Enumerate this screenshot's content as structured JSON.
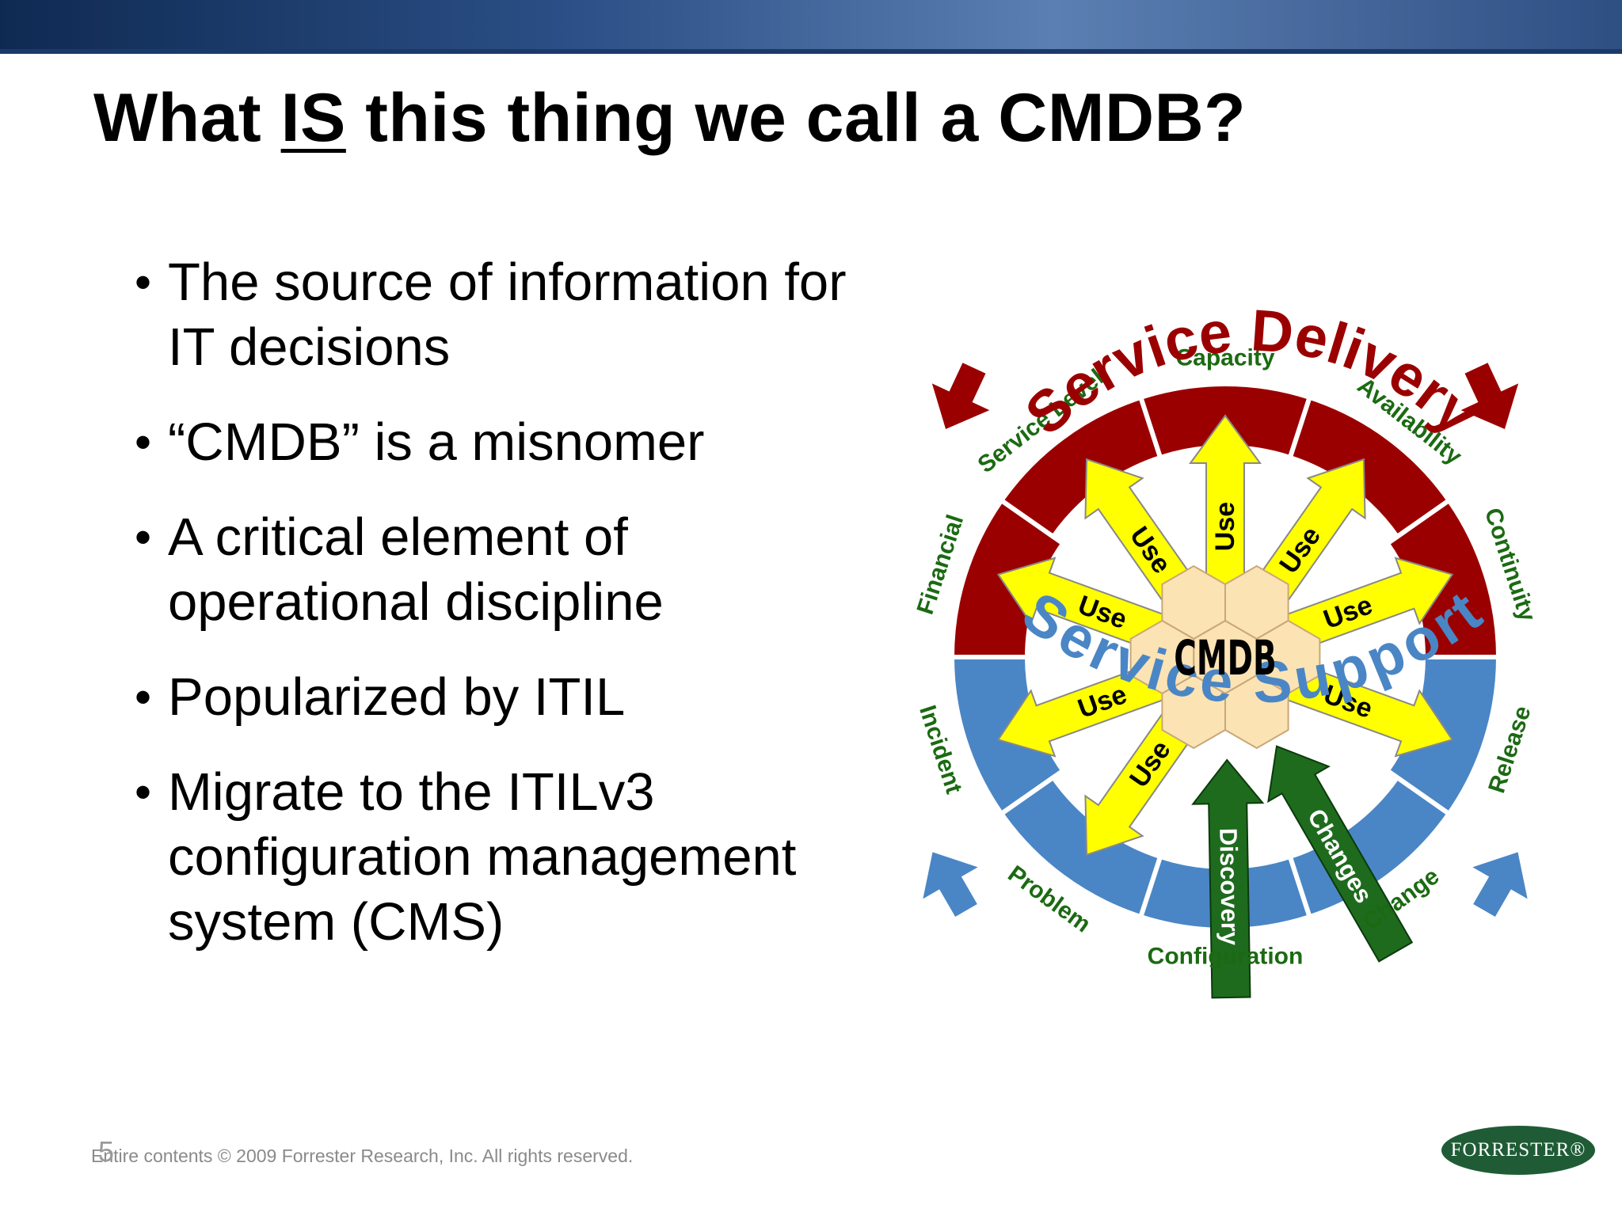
{
  "slide": {
    "title_parts": [
      "What ",
      "IS",
      " this thing we call a CMDB?"
    ],
    "bullets": [
      "The source of information for IT decisions",
      "“CMDB” is a misnomer",
      "A critical element of operational discipline",
      "Popularized by ITIL",
      "Migrate to the ITILv3 configuration management system (CMS)"
    ]
  },
  "diagram": {
    "top_label": "Service Delivery",
    "bottom_label": "Service Support",
    "center_label": "CMDB",
    "delivery_processes": [
      "Financial",
      "Service Level",
      "Capacity",
      "Availability",
      "Continuity"
    ],
    "support_processes": [
      "Incident",
      "Problem",
      "Configuration",
      "Change",
      "Release"
    ],
    "use_label": "Use",
    "discovery_label": "Discovery",
    "changes_label": "Changes",
    "colors": {
      "delivery_red": "#9b0000",
      "support_blue": "#4a86c5",
      "process_green": "#1b6a12",
      "arrow_yellow": "#ffff00",
      "input_green": "#1e6b1e",
      "hexagon": "#fce3b4",
      "support_title_blue": "#4a86c5",
      "delivery_title_red": "#9b0000"
    }
  },
  "footer": {
    "copyright": "Entire contents © 2009  Forrester Research, Inc. All rights reserved.",
    "page_number": "5",
    "logo_text": "FORRESTER®"
  }
}
